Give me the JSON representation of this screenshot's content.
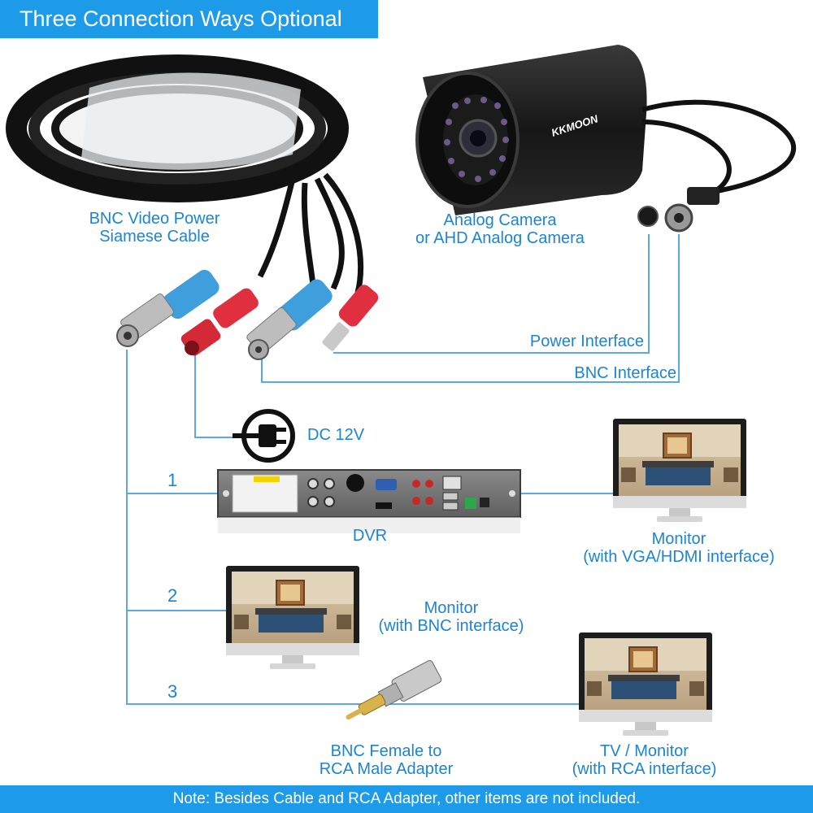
{
  "header": {
    "title": "Three Connection Ways Optional"
  },
  "labels": {
    "cable": [
      "BNC Video Power",
      "Siamese Cable"
    ],
    "camera": [
      "Analog Camera",
      "or AHD Analog Camera"
    ],
    "power_interface": "Power Interface",
    "bnc_interface": "BNC Interface",
    "dc": "DC 12V",
    "dvr": "DVR",
    "monitor_vga": [
      "Monitor",
      "(with VGA/HDMI interface)"
    ],
    "monitor_bnc": [
      "Monitor",
      "(with BNC interface)"
    ],
    "adapter": [
      "BNC Female to",
      "RCA Male Adapter"
    ],
    "tv": [
      "TV / Monitor",
      "(with RCA interface)"
    ]
  },
  "camera_brand": "KKMOON",
  "ways": [
    "1",
    "2",
    "3"
  ],
  "footer": {
    "note": "Note: Besides Cable and RCA Adapter, other items are not included."
  },
  "colors": {
    "accent": "#1e9be8",
    "line": "#5aa9e6",
    "text": "#1c84d2"
  }
}
